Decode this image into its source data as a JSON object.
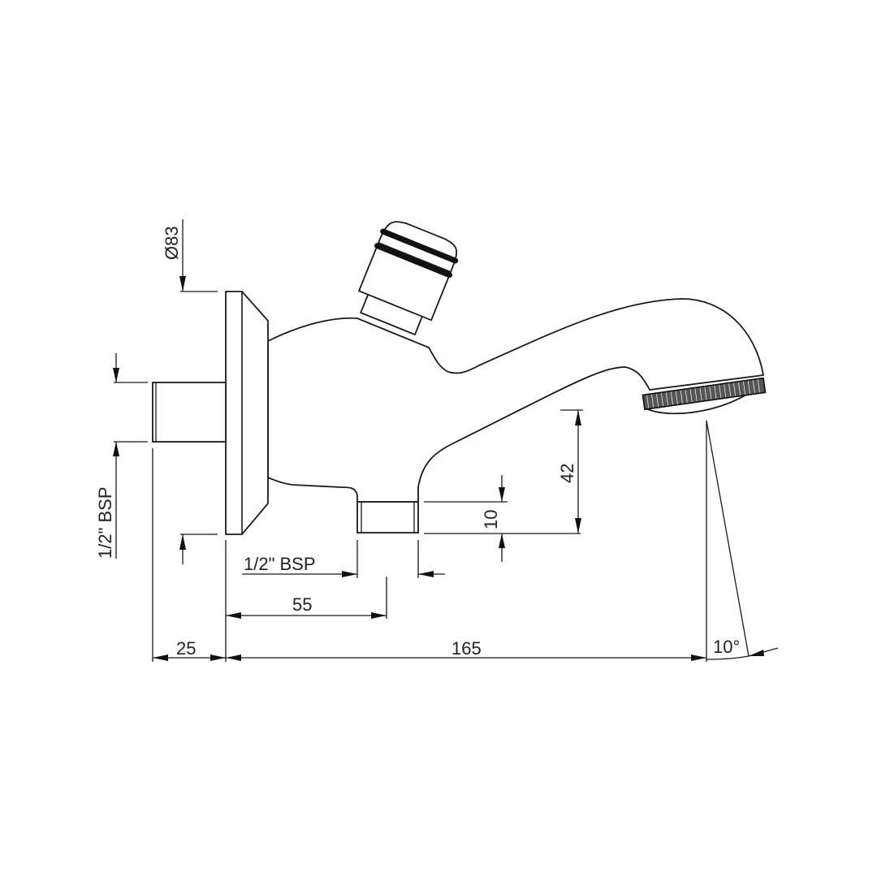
{
  "drawing": {
    "title": "Wall-mounted tap technical drawing",
    "line_color": "#1a1a1a",
    "background": "#ffffff"
  },
  "dimensions": {
    "flange_diameter": "Ø83",
    "inlet_thread": "1/2\" BSP",
    "outlet_thread": "1/2\" BSP",
    "outlet_position": "55",
    "inlet_length": "25",
    "spout_reach": "165",
    "outlet_height": "10",
    "spout_height": "42",
    "spray_angle": "10°"
  }
}
